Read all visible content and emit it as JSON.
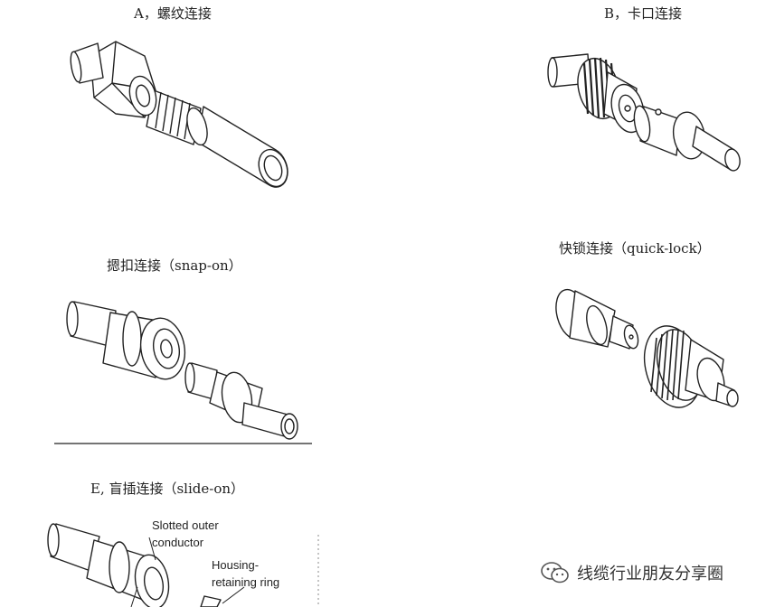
{
  "captions": {
    "a": "A，螺纹连接",
    "b": "B，卡口连接",
    "c": "摁扣连接（snap-on）",
    "d": "快锁连接（quick-lock）",
    "e": "E, 盲插连接（slide-on）"
  },
  "callouts": {
    "slotted_outer_line1": "Slotted outer",
    "slotted_outer_line2": "conductor",
    "housing_line1": "Housing-",
    "housing_line2": "retaining ring"
  },
  "watermark": {
    "text": "线缆行业朋友分享圈",
    "icon": "wechat-icon"
  },
  "colors": {
    "line": "#222222",
    "background": "#ffffff"
  }
}
